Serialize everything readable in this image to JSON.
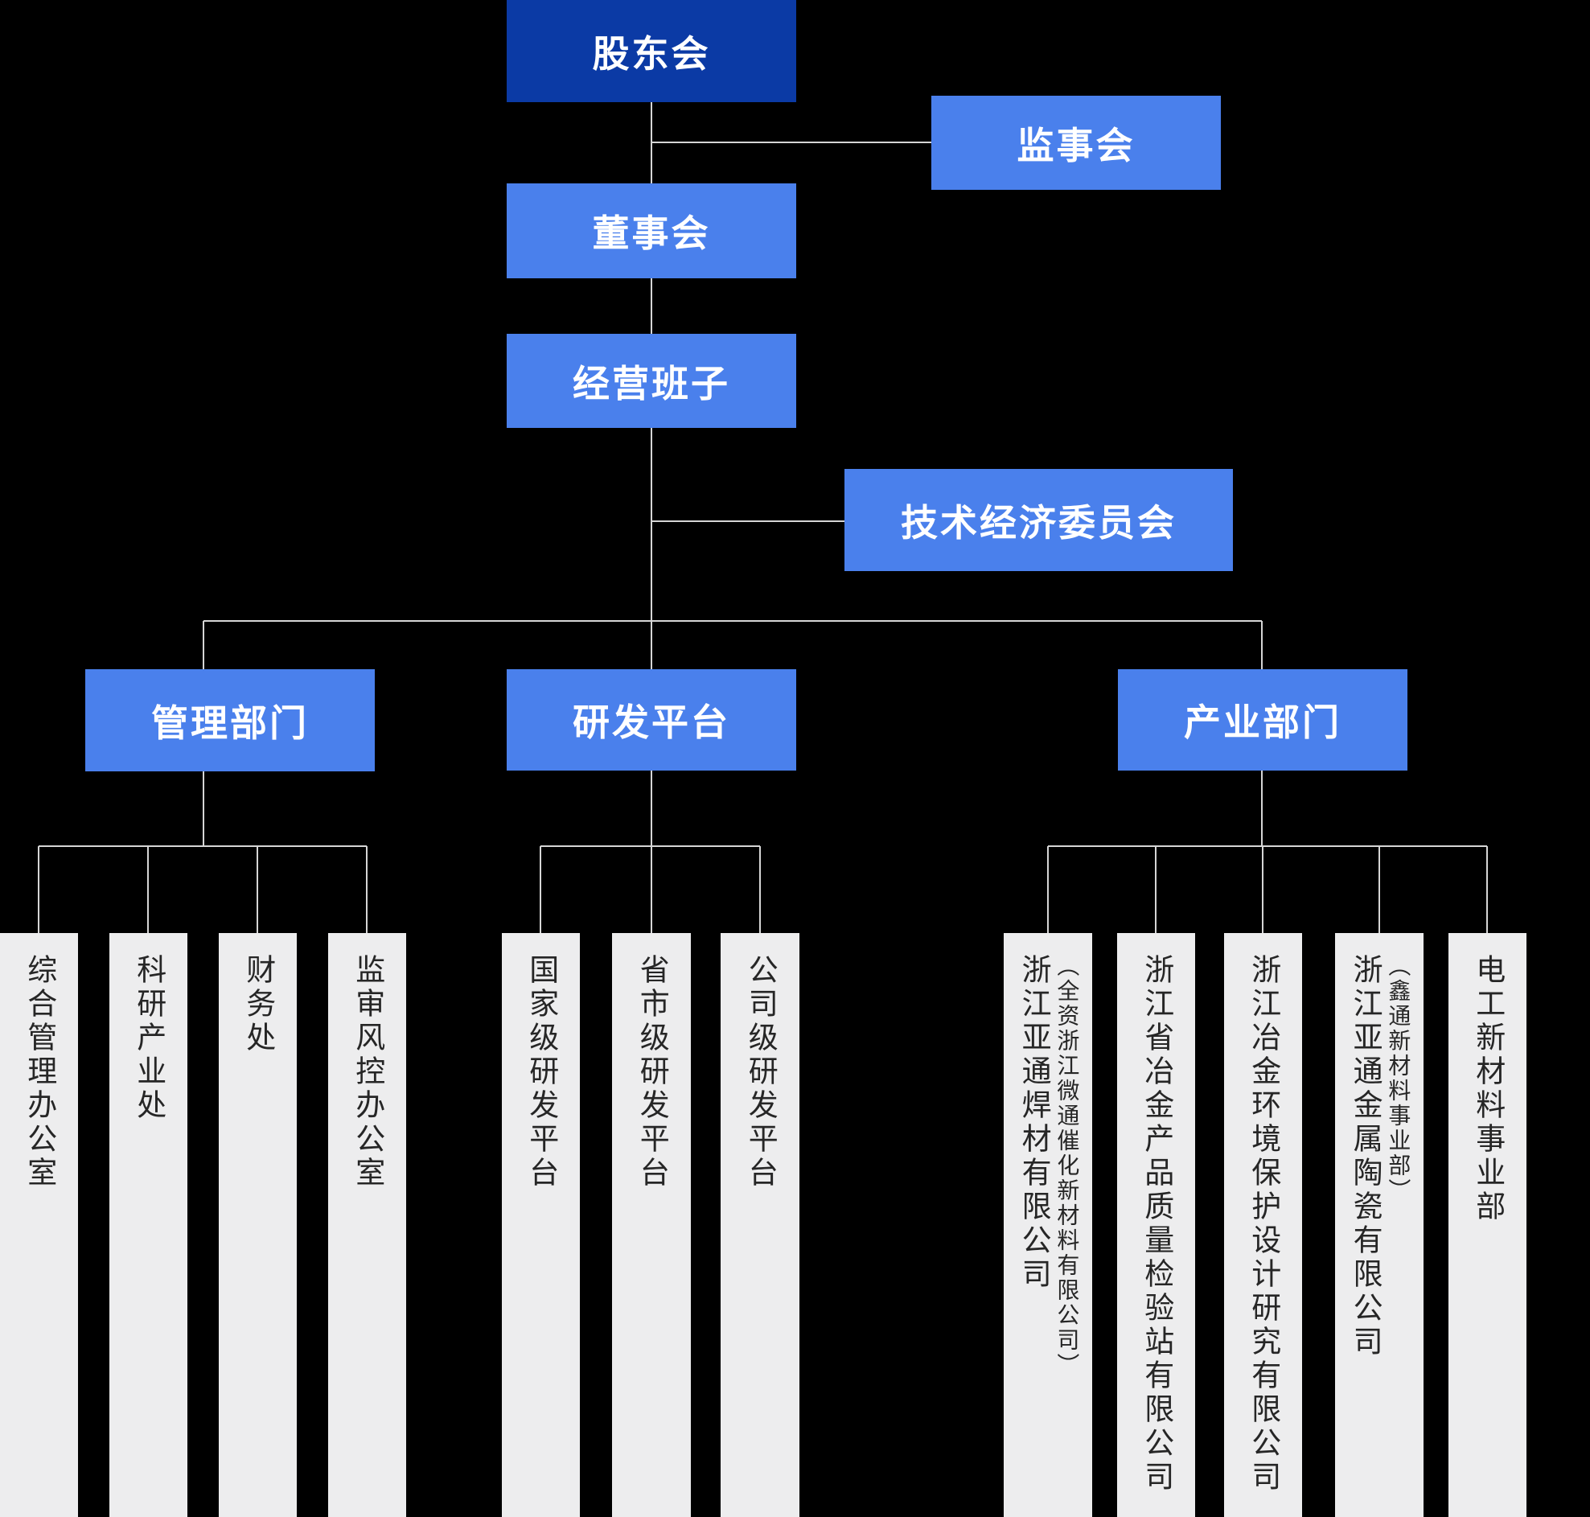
{
  "colors": {
    "root_box": "#0b3aa5",
    "branch_box": "#4a80ec",
    "leaf_box": "#ededee",
    "leaf_text": "#262626",
    "box_text": "#ffffff",
    "connector": "#d6d6d6"
  },
  "chart": {
    "root": {
      "label": "股东会"
    },
    "supervisory_board": {
      "label": "监事会"
    },
    "board_of_directors": {
      "label": "董事会"
    },
    "management_team": {
      "label": "经营班子"
    },
    "tech_econ_committee": {
      "label": "技术经济委员会"
    },
    "branches": {
      "management_dept": {
        "label": "管理部门"
      },
      "rd_platform": {
        "label": "研发平台"
      },
      "industry_dept": {
        "label": "产业部门"
      }
    },
    "management_children": [
      {
        "label": "综合管理办公室"
      },
      {
        "label": "科研产业处"
      },
      {
        "label": "财务处"
      },
      {
        "label": "监审风控办公室"
      }
    ],
    "rd_children": [
      {
        "label": "国家级研发平台"
      },
      {
        "label": "省市级研发平台"
      },
      {
        "label": "公司级研发平台"
      }
    ],
    "industry_children": [
      {
        "label": "浙江亚通焊材有限公司",
        "note": "（全资浙江微通催化新材料有限公司）"
      },
      {
        "label": "浙江省冶金产品质量检验站有限公司",
        "note": ""
      },
      {
        "label": "浙江冶金环境保护设计研究有限公司",
        "note": ""
      },
      {
        "label": "浙江亚通金属陶瓷有限公司",
        "note": "（鑫通新材料事业部）"
      },
      {
        "label": "电工新材料事业部",
        "note": ""
      }
    ]
  }
}
